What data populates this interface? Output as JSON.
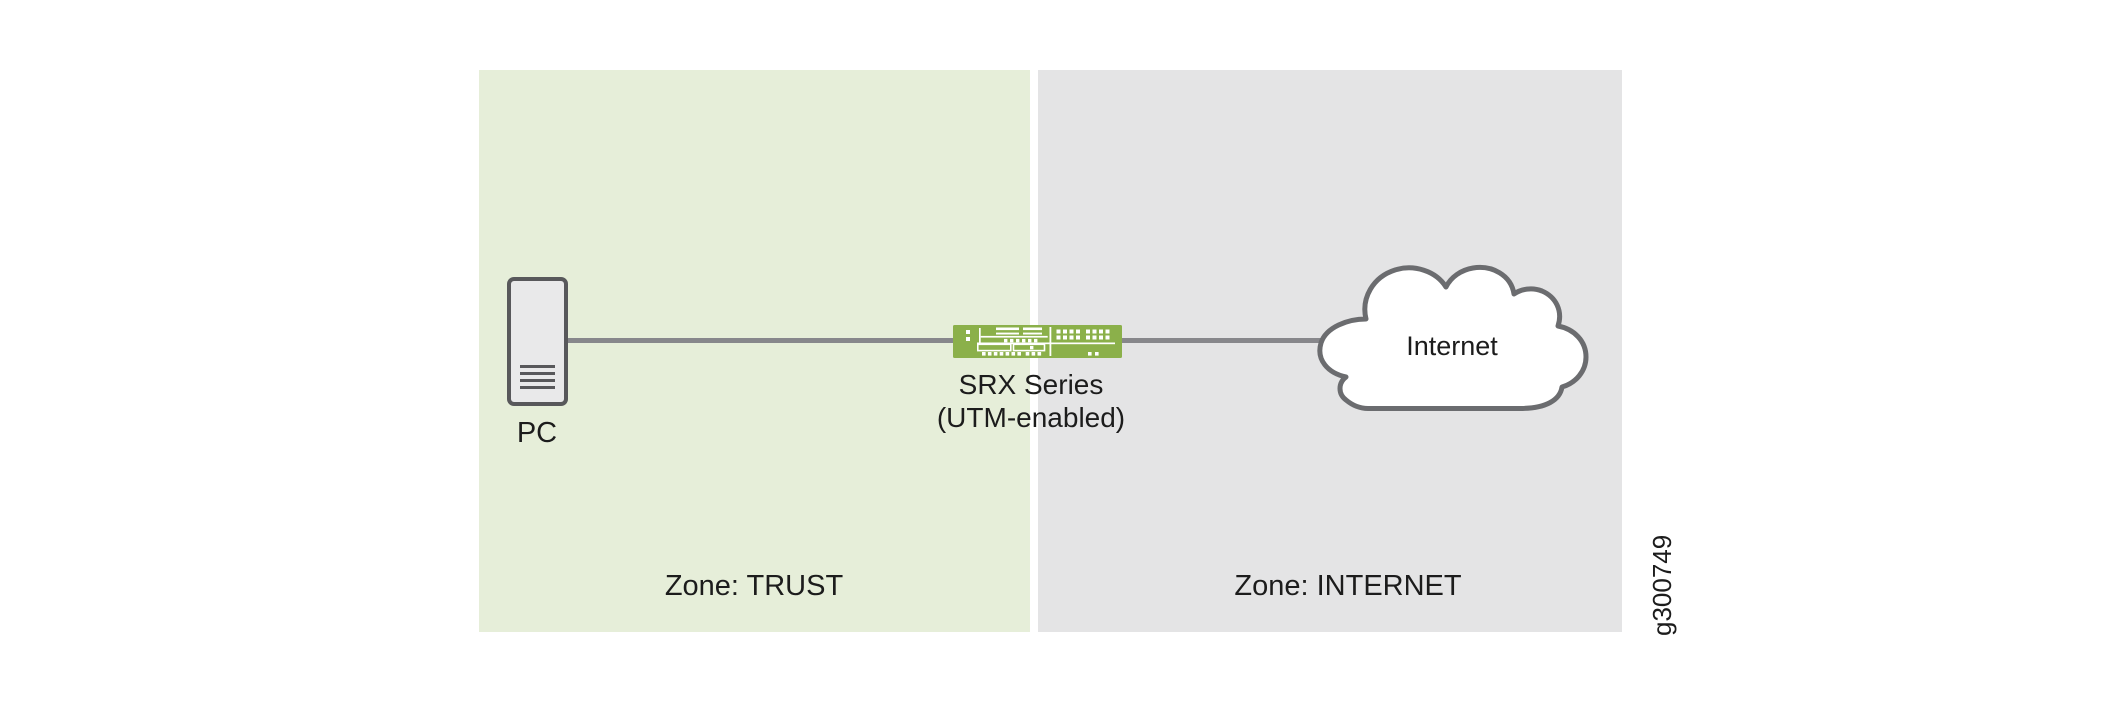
{
  "diagram": {
    "figure_id": "g300749",
    "zones": [
      {
        "id": "trust",
        "label": "Zone: TRUST"
      },
      {
        "id": "internet",
        "label": "Zone: INTERNET"
      }
    ],
    "nodes": {
      "pc": {
        "label": "PC"
      },
      "srx": {
        "name": "SRX Series",
        "subtitle": "(UTM-enabled)"
      },
      "cloud": {
        "label": "Internet"
      }
    },
    "colors": {
      "trust_zone_bg": "#e6eed9",
      "internet_zone_bg": "#e4e4e5",
      "link_line": "#87878b",
      "srx_green": "#8bb04a",
      "device_outline": "#58585b",
      "cloud_outline": "#6b6c6f",
      "text": "#1c1c1c"
    }
  }
}
